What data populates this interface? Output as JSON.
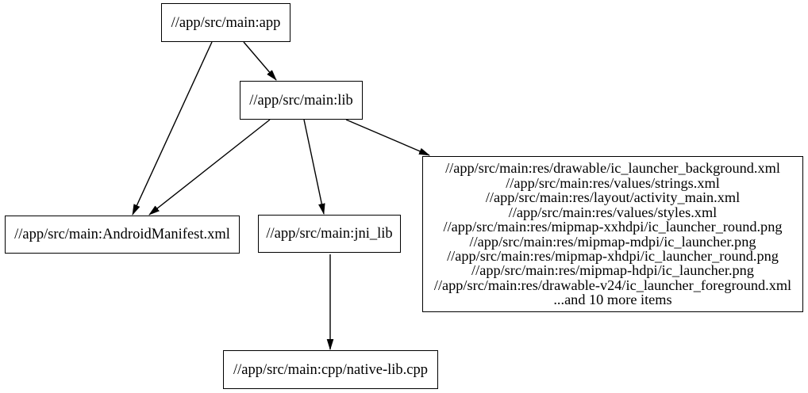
{
  "graph": {
    "background_color": "#ffffff",
    "line_color": "#000000",
    "text_color": "#000000",
    "nodes": {
      "app": {
        "label": "//app/src/main:app"
      },
      "lib": {
        "label": "//app/src/main:lib"
      },
      "android_manifest": {
        "label": "//app/src/main:AndroidManifest.xml"
      },
      "jni_lib": {
        "label": "//app/src/main:jni_lib"
      },
      "native_lib_cpp": {
        "label": "//app/src/main:cpp/native-lib.cpp"
      },
      "resources": {
        "lines": [
          "//app/src/main:res/drawable/ic_launcher_background.xml",
          "//app/src/main:res/values/strings.xml",
          "//app/src/main:res/layout/activity_main.xml",
          "//app/src/main:res/values/styles.xml",
          "//app/src/main:res/mipmap-xxhdpi/ic_launcher_round.png",
          "//app/src/main:res/mipmap-mdpi/ic_launcher.png",
          "//app/src/main:res/mipmap-xhdpi/ic_launcher_round.png",
          "//app/src/main:res/mipmap-hdpi/ic_launcher.png",
          "//app/src/main:res/drawable-v24/ic_launcher_foreground.xml",
          "...and 10 more items"
        ]
      }
    },
    "edges": [
      {
        "from": "app",
        "to": "lib"
      },
      {
        "from": "app",
        "to": "android_manifest"
      },
      {
        "from": "lib",
        "to": "android_manifest"
      },
      {
        "from": "lib",
        "to": "jni_lib"
      },
      {
        "from": "lib",
        "to": "resources"
      },
      {
        "from": "jni_lib",
        "to": "native_lib_cpp"
      }
    ]
  }
}
